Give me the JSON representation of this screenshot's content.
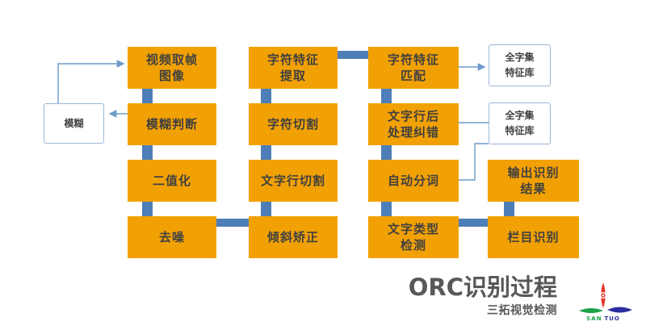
{
  "diagram": {
    "title": "ORC识别过程",
    "subtitle": "三拓视觉检测",
    "nodes": [
      {
        "id": "video-frame-image",
        "label": "视频取帧\n图像"
      },
      {
        "id": "blur-judgment",
        "label": "模糊判断"
      },
      {
        "id": "binarization",
        "label": "二值化"
      },
      {
        "id": "denoise",
        "label": "去噪"
      },
      {
        "id": "char-feature-extraction",
        "label": "字符特征\n提取"
      },
      {
        "id": "char-segmentation",
        "label": "字符切割"
      },
      {
        "id": "text-line-segmentation",
        "label": "文字行切割"
      },
      {
        "id": "skew-correction",
        "label": "倾斜矫正"
      },
      {
        "id": "char-feature-matching",
        "label": "字符特征\n匹配"
      },
      {
        "id": "text-line-postprocess",
        "label": "文字行后\n处理纠错"
      },
      {
        "id": "auto-word-segmentation",
        "label": "自动分词"
      },
      {
        "id": "text-type-detection",
        "label": "文字类型\n检测"
      },
      {
        "id": "output-result",
        "label": "输出识别\n结果"
      },
      {
        "id": "column-recognition",
        "label": "栏目识别"
      }
    ],
    "reference_nodes": [
      {
        "id": "blur",
        "label": "模糊"
      },
      {
        "id": "charset-db-1",
        "label": "全字集\n特征库"
      },
      {
        "id": "charset-db-2",
        "label": "全字集\n特征库"
      }
    ],
    "edges": [
      {
        "from": "video-frame-image",
        "to": "blur-judgment",
        "style": "thick"
      },
      {
        "from": "blur-judgment",
        "to": "binarization",
        "style": "thick"
      },
      {
        "from": "binarization",
        "to": "denoise",
        "style": "thick"
      },
      {
        "from": "denoise",
        "to": "skew-correction",
        "style": "thick"
      },
      {
        "from": "skew-correction",
        "to": "text-line-segmentation",
        "style": "thick"
      },
      {
        "from": "text-line-segmentation",
        "to": "char-segmentation",
        "style": "thick"
      },
      {
        "from": "char-segmentation",
        "to": "char-feature-extraction",
        "style": "thick"
      },
      {
        "from": "char-feature-extraction",
        "to": "char-feature-matching",
        "style": "thick"
      },
      {
        "from": "char-feature-matching",
        "to": "text-line-postprocess",
        "style": "thick"
      },
      {
        "from": "text-line-postprocess",
        "to": "auto-word-segmentation",
        "style": "thick"
      },
      {
        "from": "auto-word-segmentation",
        "to": "text-type-detection",
        "style": "thick"
      },
      {
        "from": "text-type-detection",
        "to": "column-recognition",
        "style": "thick"
      },
      {
        "from": "column-recognition",
        "to": "output-result",
        "style": "thick"
      },
      {
        "from": "blur-judgment",
        "to": "blur",
        "style": "thin-arrow"
      },
      {
        "from": "blur",
        "to": "video-frame-image",
        "style": "thin-arrow"
      },
      {
        "from": "char-feature-matching",
        "to": "charset-db-1",
        "style": "thin-arrow"
      },
      {
        "from": "text-line-postprocess",
        "to": "charset-db-2",
        "style": "thin-line"
      },
      {
        "from": "charset-db-2",
        "to": "auto-word-segmentation",
        "style": "thin-line"
      }
    ],
    "logo": {
      "san": "SAN",
      "tuo": "TUO"
    },
    "colors": {
      "node_fill": "#F2A104",
      "node_text": "#404040",
      "thick_connector": "#4E7EB8",
      "thin_connector": "#6D9BC9",
      "reference_border": "#9CB6D8",
      "title_text": "#57585A",
      "logo_red": "#E6332A",
      "logo_green": "#1CA246",
      "logo_blue": "#2A2D9E"
    }
  }
}
